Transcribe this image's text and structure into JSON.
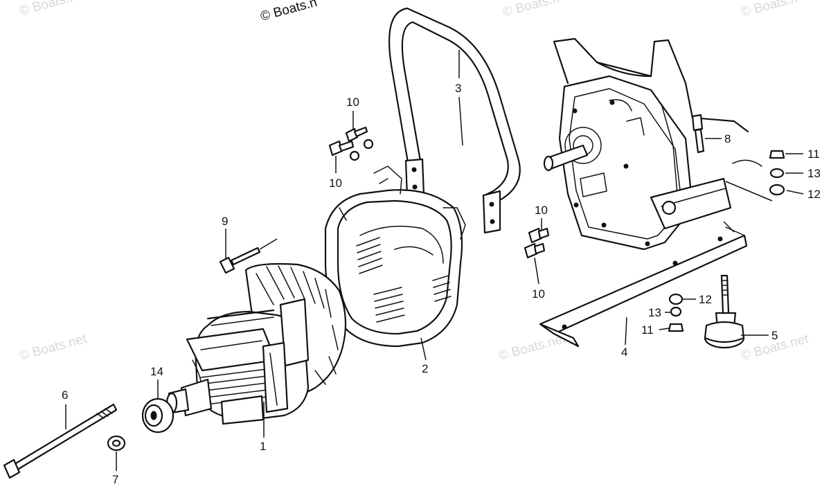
{
  "watermarks": {
    "w1": "© Boats.n",
    "w2": "© Boats.n",
    "w3": "© Boats.n",
    "w4": "© Boats.n",
    "w5": "© Boats.net",
    "w6": "© Boats.net",
    "w7": "© Boats.net"
  },
  "callouts": {
    "c1": "1",
    "c2": "2",
    "c3": "3",
    "c4": "4",
    "c5": "5",
    "c6": "6",
    "c7": "7",
    "c8": "8",
    "c9": "9",
    "c10a": "10",
    "c10b": "10",
    "c10c": "10",
    "c10d": "10",
    "c11a": "11",
    "c11b": "11",
    "c12a": "12",
    "c12b": "12",
    "c13a": "13",
    "c13b": "13",
    "c14": "14"
  }
}
